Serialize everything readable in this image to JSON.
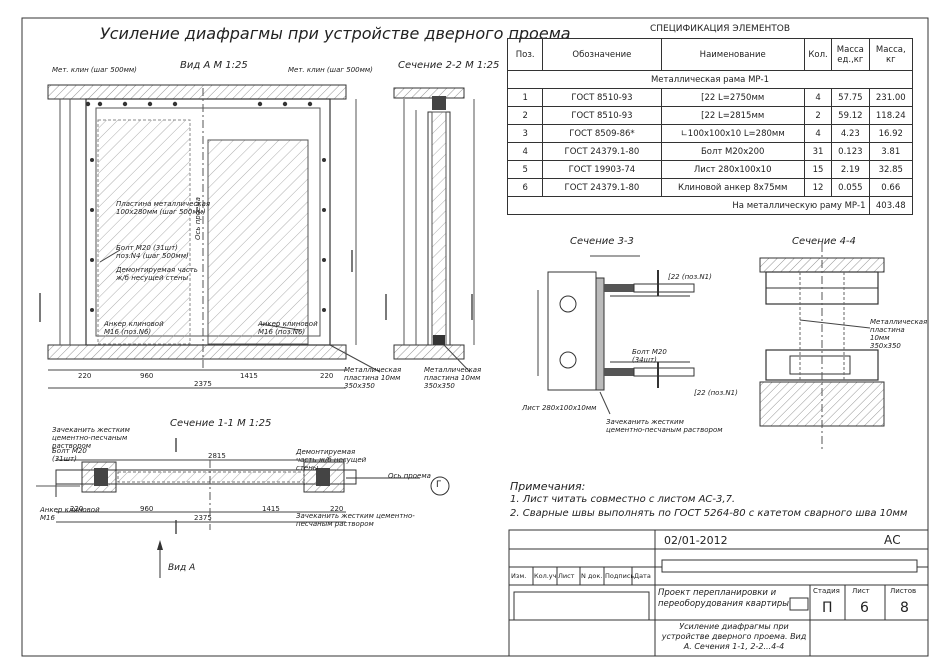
{
  "main_title": "Усиление диафрагмы при устройстве дверного проема",
  "views": {
    "view_a": "Вид А  М 1:25",
    "section_2_2": "Сечение 2-2  М 1:25",
    "section_1_1": "Сечение 1-1  М 1:25",
    "section_3_3": "Сечение 3-3",
    "section_4_4": "Сечение 4-4",
    "vid_a_arrow": "Вид А"
  },
  "spec": {
    "title": "СПЕЦИФИКАЦИЯ ЭЛЕМЕНТОВ",
    "headers": [
      "Поз.",
      "Обозначение",
      "Наименование",
      "Кол.",
      "Масса ед.,кг",
      "Масса, кг"
    ],
    "group": "Металлическая рама МР-1",
    "rows": [
      {
        "pos": "1",
        "doc": "ГОСТ 8510-93",
        "name": "[22  L=2750мм",
        "qty": "4",
        "unit": "57.75",
        "mass": "231.00"
      },
      {
        "pos": "2",
        "doc": "ГОСТ 8510-93",
        "name": "[22  L=2815мм",
        "qty": "2",
        "unit": "59.12",
        "mass": "118.24"
      },
      {
        "pos": "3",
        "doc": "ГОСТ 8509-86*",
        "name": "∟100х100х10  L=280мм",
        "qty": "4",
        "unit": "4.23",
        "mass": "16.92"
      },
      {
        "pos": "4",
        "doc": "ГОСТ 24379.1-80",
        "name": "Болт М20х200",
        "qty": "31",
        "unit": "0.123",
        "mass": "3.81"
      },
      {
        "pos": "5",
        "doc": "ГОСТ 19903-74",
        "name": "Лист 280х100х10",
        "qty": "15",
        "unit": "2.19",
        "mass": "32.85"
      },
      {
        "pos": "6",
        "doc": "ГОСТ 24379.1-80",
        "name": "Клиновой анкер 8х75мм",
        "qty": "12",
        "unit": "0.055",
        "mass": "0.66"
      }
    ],
    "total_label": "На металлическую раму МР-1",
    "total_value": "403.48"
  },
  "notes": {
    "heading": "Примечания:",
    "items": [
      "1. Лист читать совместно с листом АС-3,7.",
      "2. Сварные швы выполнять по ГОСТ 5264-80 с катетом сварного шва 10мм"
    ]
  },
  "labels": {
    "met_klin_left": "Мет. клин (шаг 500мм)",
    "met_klin_right": "Мет. клин (шаг 500мм)",
    "plastina": "Пластина металлическая 100х280мм (шаг 500мм)",
    "bolt_m20": "Болт М20 (31шт) поз.N4 (шаг 500мм)",
    "demont": "Демонтируемая часть ж/б несущей стены",
    "anker_left": "Анкер клиновой М16 (поз.N6)",
    "anker_right": "Анкер клиновой М16 (поз.N6)",
    "os_proema": "Ось проема",
    "met_plast_1": "Металлическая пластина 10мм 350х350",
    "met_plast_2": "Металлическая пластина 10мм 350х350",
    "zachek_1": "Зачеканить жестким цементно-песчаным раствором",
    "bolt_31": "Болт М20 (31шт)",
    "anker_16": "Анкер клиновой М16",
    "demont_2": "Демонтируемая часть ж/б несущей стены",
    "zachek_2": "Зачеканить жестким цементно-песчаным раствором",
    "os_proema_2": "Ось проема",
    "axis_g": "Г",
    "c22_n1_a": "[22 (поз.N1)",
    "c22_n1_b": "[22 (поз.N1)",
    "bolt_34": "Болт М20 (34шт)",
    "list_280": "Лист 280х100х10мм",
    "zachek_3": "Зачеканить жестким цементно-песчаным раствором",
    "met_plast_3": "Металлическая пластина 10мм 350х350",
    "dims_view_a": [
      "220",
      "960",
      "1415",
      "220",
      "2375"
    ],
    "dims_sec11": [
      "220",
      "960",
      "1415",
      "220",
      "2375",
      "2815"
    ]
  },
  "title_block": {
    "code": "02/01-2012",
    "stamp": "АС",
    "col_headers": [
      "Изм.",
      "Кол.уч",
      "Лист",
      "N док.",
      "Подпись",
      "Дата"
    ],
    "project": "Проект перепланировки и переоборудования квартиры",
    "stage_h": "Стадия",
    "sheet_h": "Лист",
    "sheets_h": "Листов",
    "stage": "П",
    "sheet": "6",
    "sheets": "8",
    "drawing_title": "Усиление диафрагмы при устройстве дверного проема. Вид А. Сечения 1-1, 2-2...4-4"
  }
}
